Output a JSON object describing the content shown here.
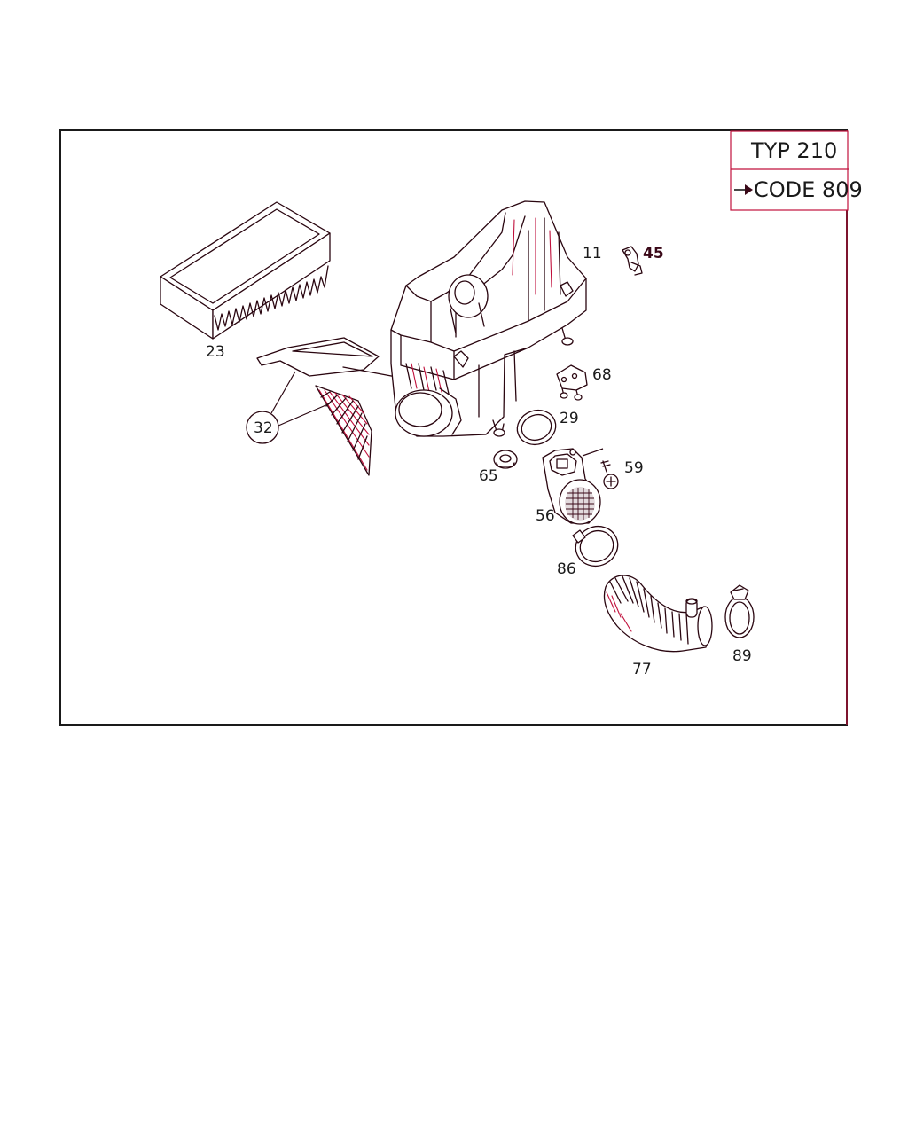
{
  "header": {
    "model_label": "TYP 210",
    "code_arrow": "➔",
    "code_label": "CODE 809"
  },
  "callouts": [
    {
      "id": "23",
      "text": "23"
    },
    {
      "id": "11",
      "text": "11"
    },
    {
      "id": "45",
      "text": "45"
    },
    {
      "id": "68",
      "text": "68"
    },
    {
      "id": "29",
      "text": "29"
    },
    {
      "id": "32",
      "text": "32"
    },
    {
      "id": "65",
      "text": "65"
    },
    {
      "id": "59",
      "text": "59"
    },
    {
      "id": "56",
      "text": "56"
    },
    {
      "id": "86",
      "text": "86"
    },
    {
      "id": "77",
      "text": "77"
    },
    {
      "id": "89",
      "text": "89"
    }
  ],
  "colors": {
    "line": "#2a0610",
    "accent": "#c0103c",
    "frame": "#1a1a1a"
  }
}
